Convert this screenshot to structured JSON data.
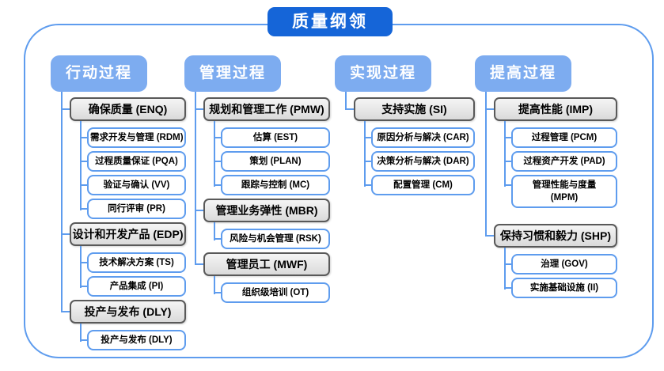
{
  "title": "质量纲领",
  "colors": {
    "title_bg": "#1565d8",
    "column_header_bg": "#7dacf0",
    "connector": "#5e9cee",
    "gray_node_border": "#595959",
    "gray_node_bg": "#e3e3e3",
    "text_on_blue": "#ffffff",
    "node_text": "#000000"
  },
  "columns": [
    {
      "id": "action",
      "header": "行动过程",
      "groups": [
        {
          "label": "确保质量 (ENQ)",
          "children": [
            [
              "需求开发与管理 (RDM)"
            ],
            [
              "过程质量保证 (PQA)"
            ],
            [
              "验证与确认 (VV)"
            ],
            [
              "同行评审 (PR)"
            ]
          ]
        },
        {
          "label": "设计和开发产品 (EDP)",
          "children": [
            [
              "技术解决方案 (TS)"
            ],
            [
              "产品集成 (PI)"
            ]
          ]
        },
        {
          "label": "投产与发布 (DLY)",
          "children": [
            [
              "投产与发布 (DLY)"
            ]
          ]
        }
      ]
    },
    {
      "id": "management",
      "header": "管理过程",
      "groups": [
        {
          "label": "规划和管理工作 (PMW)",
          "children": [
            [
              "估算 (EST)"
            ],
            [
              "策划 (PLAN)"
            ],
            [
              "跟踪与控制 (MC)"
            ]
          ]
        },
        {
          "label": "管理业务弹性 (MBR)",
          "children": [
            [
              "风险与机会管理 (RSK)"
            ]
          ]
        },
        {
          "label": "管理员工 (MWF)",
          "children": [
            [
              "组织级培训 (OT)"
            ]
          ]
        }
      ]
    },
    {
      "id": "realization",
      "header": "实现过程",
      "groups": [
        {
          "label": "支持实施 (SI)",
          "children": [
            [
              "原因分析与解决 (CAR)"
            ],
            [
              "决策分析与解决 (DAR)"
            ],
            [
              "配置管理 (CM)"
            ]
          ]
        }
      ]
    },
    {
      "id": "improvement",
      "header": "提高过程",
      "groups": [
        {
          "label": "提高性能 (IMP)",
          "children": [
            [
              "过程管理 (PCM)"
            ],
            [
              "过程资产开发 (PAD)"
            ],
            [
              "管理性能与度量",
              "(MPM)"
            ]
          ]
        },
        {
          "label": "保持习惯和毅力 (SHP)",
          "gap_before": true,
          "children": [
            [
              "治理 (GOV)"
            ],
            [
              "实施基础设施 (II)"
            ]
          ]
        }
      ]
    }
  ]
}
